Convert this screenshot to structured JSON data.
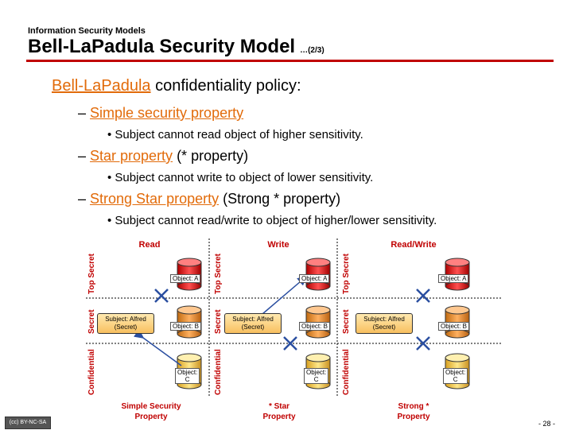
{
  "header": {
    "subtitle": "Information Security Models",
    "title": "Bell-LaPadula Security Model",
    "title_suffix": "…(2/3)"
  },
  "content": {
    "intro_link": "Bell-LaPadula",
    "intro_rest": " confidentiality policy:",
    "items": [
      {
        "link": "Simple security property",
        "rest": "",
        "detail": "Subject cannot read object of higher sensitivity."
      },
      {
        "link": "Star property",
        "rest": " (* property)",
        "detail": "Subject cannot write to object of lower sensitivity."
      },
      {
        "link": "Strong Star property",
        "rest": " (Strong * property)",
        "detail": "Subject cannot read/write to object of higher/lower sensitivity."
      }
    ]
  },
  "diagram": {
    "columns": [
      "Read",
      "Write",
      "Read/Write"
    ],
    "levels": [
      "Top Secret",
      "Secret",
      "Confidential"
    ],
    "subject": "Subject: Alfred\n(Secret)",
    "objects": [
      "Object: A",
      "Object: B",
      "Object:\nC"
    ],
    "captions": [
      "Simple Security\nProperty",
      "* Star\nProperty",
      "Strong *\nProperty"
    ]
  },
  "footer": {
    "page": "- 28 -",
    "license": "(cc) BY-NC-SA"
  },
  "colors": {
    "title_rule": "#c00000",
    "link": "#e26b0a",
    "level_label": "#c00000",
    "red_cylinder": "#ff3333",
    "orange_cylinder": "#f9a03a",
    "yellow_cylinder": "#ffd860",
    "cross": "#2a4ea0"
  }
}
